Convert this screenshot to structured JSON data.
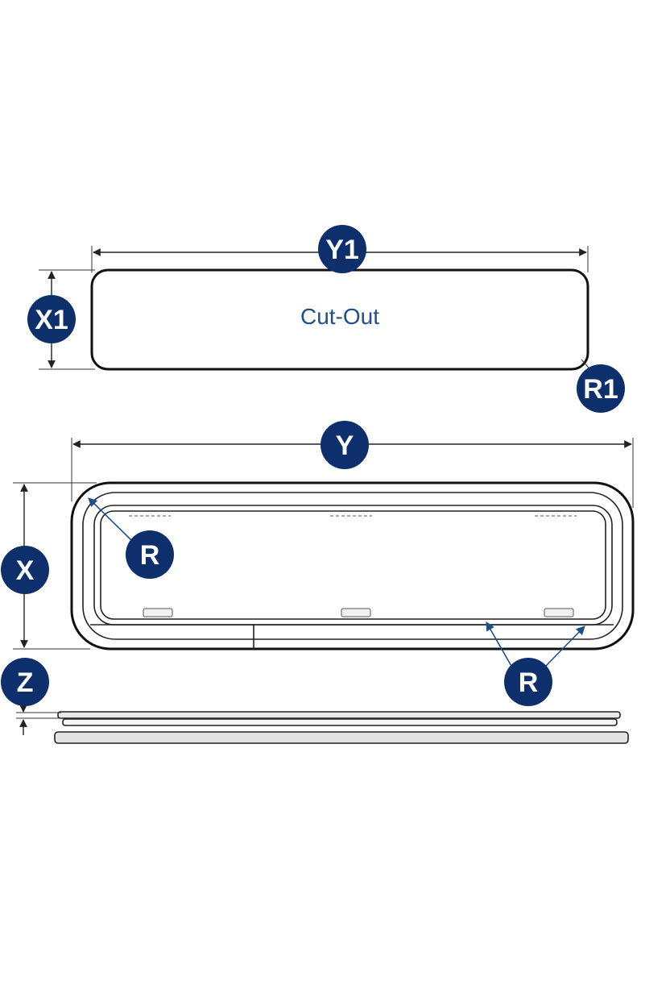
{
  "colors": {
    "badge": "#0d2f6b",
    "label_text": "#1f4e8c",
    "line": "#111111"
  },
  "labels": {
    "cutout_text": "Cut-Out",
    "y1": "Y1",
    "x1": "X1",
    "r1": "R1",
    "y": "Y",
    "x": "X",
    "r_top": "R",
    "r_bottom": "R",
    "z": "Z"
  }
}
